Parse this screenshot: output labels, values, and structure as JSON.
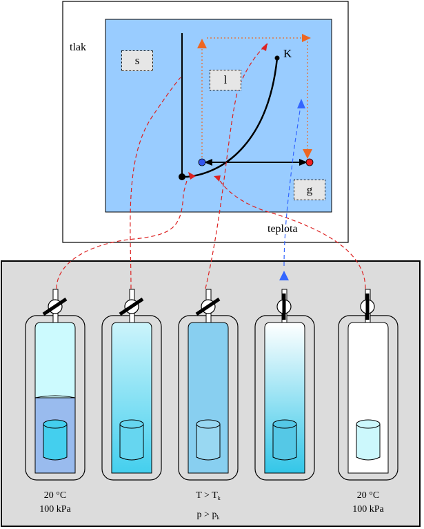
{
  "diagram": {
    "axis_y_label": "tlak",
    "axis_x_label": "teplota",
    "region_solid": "s",
    "region_liquid": "l",
    "region_gas": "g",
    "critical_point": "K"
  },
  "vessels": [
    {
      "caption_line1": "20 °C",
      "caption_line2": "100 kPa"
    },
    {
      "caption_line1": "",
      "caption_line2": ""
    },
    {
      "caption_line1": "T > T",
      "caption_sub1": "k",
      "caption_line2": "p > p",
      "caption_sub2": "k"
    },
    {
      "caption_line1": "",
      "caption_line2": ""
    },
    {
      "caption_line1": "20 °C",
      "caption_line2": "100 kPa"
    }
  ],
  "colors": {
    "plot_bg": "#99ccff",
    "panel_bg": "#dcdcdc",
    "red_path": "#dd2222",
    "blue_path": "#3366ff",
    "orange_marker": "#ee7722"
  }
}
